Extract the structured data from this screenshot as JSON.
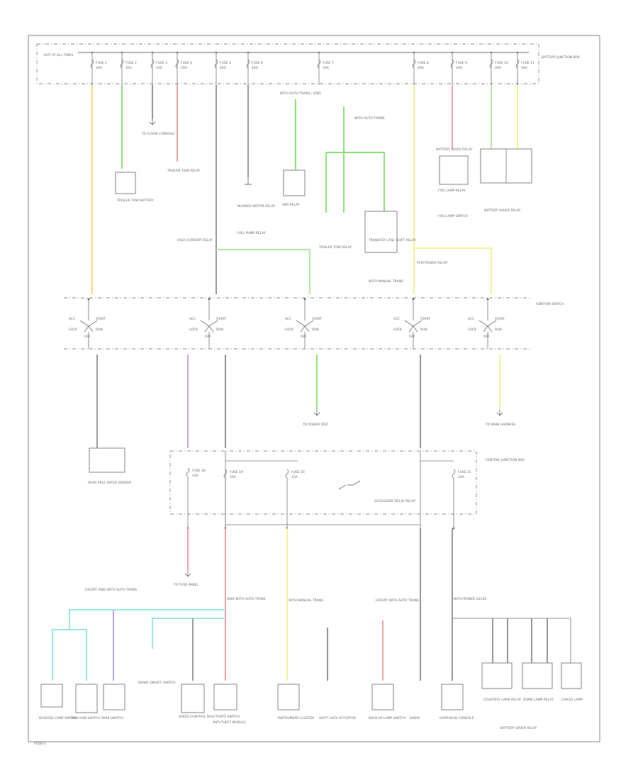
{
  "diagram": {
    "source_tag": "F05871",
    "colors": {
      "orange": "#ffd77a",
      "green": "#8ee07a",
      "pink": "#f4a3a3",
      "yellow": "#f2f29a",
      "cyan": "#9ee7e7",
      "gray": "#9a9a9a",
      "violet": "#c9a8d8",
      "lt_green": "#b8e8a8"
    },
    "top_box": {
      "left_label": "HOT AT ALL TIMES",
      "right_label": "BATTERY JUNCTION BOX",
      "fuses": [
        {
          "name": "FUSE 1",
          "rating": "20A"
        },
        {
          "name": "FUSE 2",
          "rating": "20A"
        },
        {
          "name": "FUSE 3",
          "rating": "10A"
        },
        {
          "name": "FUSE 4",
          "rating": "20A"
        },
        {
          "name": "FUSE 5",
          "rating": "40A"
        },
        {
          "name": "FUSE 6",
          "rating": "40A"
        },
        {
          "name": "FUSE 7",
          "rating": "50A"
        },
        {
          "name": "FUSE 8",
          "rating": "40A"
        },
        {
          "name": "FUSE 9",
          "rating": "20A"
        },
        {
          "name": "FUSE 10",
          "rating": "20A"
        },
        {
          "name": "FUSE 11",
          "rating": "30A"
        }
      ]
    },
    "top_components": [
      {
        "id": "c1",
        "label": "TRAILER TOW BATTERY"
      },
      {
        "id": "c2",
        "label": "TO FLOOR CONSOLE"
      },
      {
        "id": "c3",
        "label": "TRAILER TOW RELAY"
      },
      {
        "id": "c4",
        "label": "BLOWER MOTOR RELAY"
      },
      {
        "id": "c5",
        "label": "ABS RELAY"
      },
      {
        "id": "c6",
        "label": "TRAILER TOW RELAY"
      },
      {
        "id": "c7",
        "label": "TRANSFER CASE SHIFT RELAY"
      },
      {
        "id": "c8",
        "label": "WITH MANUAL TRANS"
      },
      {
        "id": "c9",
        "label": "PCM POWER RELAY"
      },
      {
        "id": "c10",
        "label": "BATTERY SAVER RELAY"
      },
      {
        "id": "c11",
        "label": "FOG LAMP RELAY"
      },
      {
        "id": "c12",
        "label": "FOG LAMP SWITCH"
      }
    ],
    "top_notes": [
      "WITH AUTO TRANS / 4WD",
      "WITH AUTO TRANS",
      "HIGH CURRENT RELAY",
      "FUEL PUMP RELAY",
      "BATTERY SAVER RELAY"
    ],
    "ignition_switch": {
      "label": "IGNITION SWITCH",
      "positions": [
        "ACC",
        "LOCK",
        "OFF",
        "RUN",
        "START"
      ]
    },
    "mid_components": [
      {
        "id": "m1",
        "label": "REAR AXLE SPEED SENSOR"
      },
      {
        "id": "m2",
        "label": "TO POWER DIST"
      },
      {
        "id": "m3",
        "label": "TO MAIN HARNESS"
      },
      {
        "id": "m4",
        "label": "CENTRAL JUNCTION BOX"
      }
    ],
    "cjb": {
      "label": "CENTRAL JUNCTION BOX",
      "fuses": [
        {
          "name": "FUSE 18",
          "rating": "10A"
        },
        {
          "name": "FUSE 19",
          "rating": "10A"
        },
        {
          "name": "FUSE 20",
          "rating": "15A"
        },
        {
          "name": "FUSE 21",
          "rating": "10A"
        }
      ],
      "relay": "ACCESSORY DELAY RELAY"
    },
    "bottom_notes": [
      "EXCEPT 4WD WITH AUTO TRANS",
      "TO FUSE PANEL",
      "4WD WITH AUTO TRANS",
      "WITH MANUAL TRANS",
      "EXCEPT WITH AUTO TRANS",
      "WITH POWER LOCKS"
    ],
    "bottom_components": [
      {
        "id": "b1",
        "label": "REVERSE LAMP SWITCH"
      },
      {
        "id": "b2",
        "label": "4WD HUB SWITCH"
      },
      {
        "id": "b3",
        "label": "PARK SWITCH"
      },
      {
        "id": "b4",
        "label": "BRAKE ON/OFF SWITCH"
      },
      {
        "id": "b5",
        "label": "SPEED CONTROL DEACTIVATE SWITCH"
      },
      {
        "id": "b6",
        "label": "ANTI-THEFT MODULE"
      },
      {
        "id": "b7",
        "label": "INSTRUMENT CLUSTER"
      },
      {
        "id": "b8",
        "label": "SHIFT LOCK ACTUATOR"
      },
      {
        "id": "b9",
        "label": "BACK-UP LAMP SWITCH"
      },
      {
        "id": "b10",
        "label": "RADIO"
      },
      {
        "id": "b11",
        "label": "OVERHEAD CONSOLE"
      },
      {
        "id": "b12",
        "label": "COURTESY LAMP RELAY"
      },
      {
        "id": "b13",
        "label": "DOME LAMP RELAY"
      },
      {
        "id": "b14",
        "label": "CARGO LAMP"
      }
    ],
    "footer_label": "BATTERY SAVER RELAY"
  }
}
